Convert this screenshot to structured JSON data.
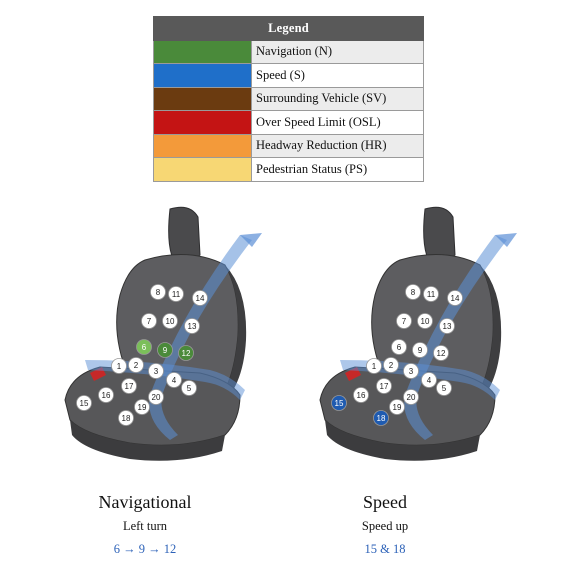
{
  "legend": {
    "title": "Legend",
    "items": [
      {
        "label": "Navigation (N)",
        "color": "#4a8a3a"
      },
      {
        "label": "Speed (S)",
        "color": "#1f6fc9"
      },
      {
        "label": "Surrounding Vehicle (SV)",
        "color": "#6b3b10"
      },
      {
        "label": "Over Speed Limit (OSL)",
        "color": "#c41414"
      },
      {
        "label": "Headway Reduction (HR)",
        "color": "#f39a3a"
      },
      {
        "label": "Pedestrian Status (PS)",
        "color": "#f7d774"
      }
    ]
  },
  "panels": [
    {
      "title": "Navigational",
      "subtitle": "Left turn",
      "sequence": "6 → 9 → 12",
      "highlight_color": "#4a8a3a",
      "highlight_light": "#7bbf5a",
      "nodes": [
        "1",
        "2",
        "3",
        "4",
        "5",
        "6",
        "7",
        "8",
        "9",
        "10",
        "11",
        "12",
        "13",
        "14",
        "15",
        "16",
        "17",
        "19",
        "20",
        "18"
      ],
      "highlighted": [
        "6",
        "9",
        "12"
      ]
    },
    {
      "title": "Speed",
      "subtitle": "Speed up",
      "sequence": "15 & 18",
      "highlight_color": "#1f5bb0",
      "highlight_light": "#1f5bb0",
      "nodes": [
        "1",
        "2",
        "3",
        "4",
        "5",
        "6",
        "7",
        "8",
        "9",
        "10",
        "11",
        "12",
        "13",
        "14",
        "15",
        "16",
        "17",
        "19",
        "20",
        "18"
      ],
      "highlighted": [
        "15",
        "18"
      ]
    }
  ]
}
